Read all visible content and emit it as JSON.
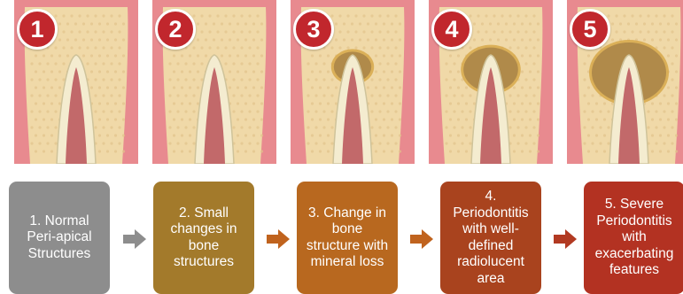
{
  "stages": [
    {
      "number": "1",
      "caption": "1. Normal Peri-apical Structures",
      "box_color": "#8d8d8d"
    },
    {
      "number": "2",
      "caption": "2. Small changes in bone structures",
      "box_color": "#a37a2b"
    },
    {
      "number": "3",
      "caption": "3. Change in bone structure with mineral loss",
      "box_color": "#b8681f"
    },
    {
      "number": "4",
      "caption": "4. Periodontitis with well-defined radiolucent area",
      "box_color": "#a9431e"
    },
    {
      "number": "5",
      "caption": "5. Severe Periodontitis with exacerbating features",
      "box_color": "#b33222"
    }
  ],
  "lesion_levels": [
    0,
    0,
    0.35,
    0.65,
    1
  ],
  "colors": {
    "badge": "#c1272d",
    "gum": "#e88a8f",
    "bone": "#f0d9a8",
    "root": "#f4ecd0",
    "pulp": "#c2696a",
    "arrow_gray": "#8d8d8d",
    "arrow_orange": "#c0631e",
    "arrow_red": "#b23a22"
  }
}
